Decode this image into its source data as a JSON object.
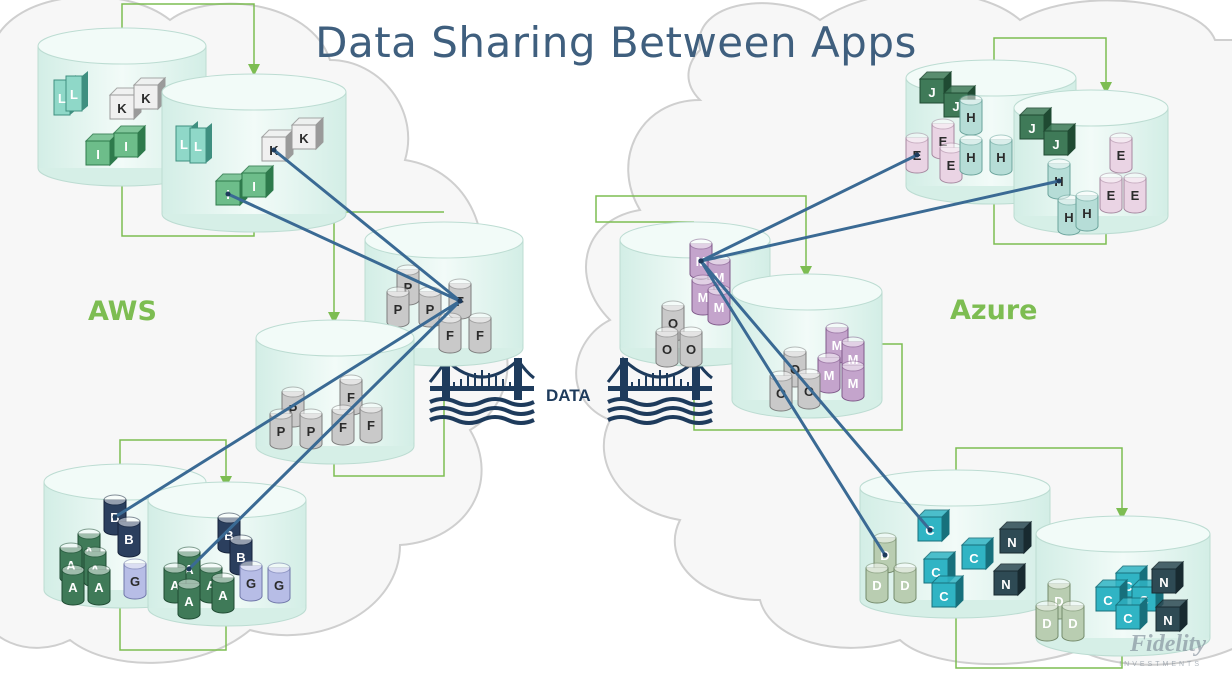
{
  "title": "Data Sharing Between Apps",
  "clouds": {
    "left": {
      "label": "AWS"
    },
    "right": {
      "label": "Azure"
    }
  },
  "bridge": {
    "label": "DATA"
  },
  "logo": {
    "text": "Fidelity",
    "subtext": "INVESTMENTS"
  },
  "colors": {
    "title": "#3f5f7e",
    "cloud_label": "#7dbd52",
    "connector": "#3a6a94",
    "loop_arrow": "#7dbd52",
    "database": "#e6f6f1",
    "bridge": "#1e3b5c"
  },
  "databases": [
    {
      "id": "aws-LKI-1",
      "items": [
        {
          "l": "L",
          "c": "teal",
          "s": "box"
        },
        {
          "l": "L",
          "c": "teal",
          "s": "box"
        },
        {
          "l": "K",
          "c": "white",
          "s": "cube"
        },
        {
          "l": "K",
          "c": "white",
          "s": "cube"
        },
        {
          "l": "I",
          "c": "green",
          "s": "cube"
        },
        {
          "l": "I",
          "c": "green",
          "s": "cube"
        }
      ]
    },
    {
      "id": "aws-LKI-2",
      "items": [
        {
          "l": "L",
          "c": "teal",
          "s": "box"
        },
        {
          "l": "L",
          "c": "teal",
          "s": "box"
        },
        {
          "l": "K",
          "c": "white",
          "s": "cube"
        },
        {
          "l": "K",
          "c": "white",
          "s": "cube"
        },
        {
          "l": "I",
          "c": "green",
          "s": "cube"
        },
        {
          "l": "I",
          "c": "green",
          "s": "cube"
        }
      ]
    },
    {
      "id": "aws-PF-1",
      "items": [
        {
          "l": "P",
          "c": "gray",
          "s": "can"
        },
        {
          "l": "P",
          "c": "gray",
          "s": "can"
        },
        {
          "l": "P",
          "c": "gray",
          "s": "can"
        },
        {
          "l": "F",
          "c": "gray",
          "s": "can"
        },
        {
          "l": "F",
          "c": "gray",
          "s": "can"
        },
        {
          "l": "F",
          "c": "gray",
          "s": "can"
        }
      ]
    },
    {
      "id": "aws-PF-2",
      "items": [
        {
          "l": "P",
          "c": "gray",
          "s": "can"
        },
        {
          "l": "P",
          "c": "gray",
          "s": "can"
        },
        {
          "l": "P",
          "c": "gray",
          "s": "can"
        },
        {
          "l": "F",
          "c": "gray",
          "s": "can"
        },
        {
          "l": "F",
          "c": "gray",
          "s": "can"
        },
        {
          "l": "F",
          "c": "gray",
          "s": "can"
        }
      ]
    },
    {
      "id": "aws-ABG-1",
      "items": [
        {
          "l": "B",
          "c": "navy",
          "s": "can"
        },
        {
          "l": "B",
          "c": "navy",
          "s": "can"
        },
        {
          "l": "A",
          "c": "darkgreen",
          "s": "can"
        },
        {
          "l": "A",
          "c": "darkgreen",
          "s": "can"
        },
        {
          "l": "A",
          "c": "darkgreen",
          "s": "can"
        },
        {
          "l": "A",
          "c": "darkgreen",
          "s": "can"
        },
        {
          "l": "A",
          "c": "darkgreen",
          "s": "can"
        },
        {
          "l": "G",
          "c": "lavender",
          "s": "can"
        }
      ]
    },
    {
      "id": "aws-ABG-2",
      "items": [
        {
          "l": "B",
          "c": "navy",
          "s": "can"
        },
        {
          "l": "B",
          "c": "navy",
          "s": "can"
        },
        {
          "l": "A",
          "c": "darkgreen",
          "s": "can"
        },
        {
          "l": "A",
          "c": "darkgreen",
          "s": "can"
        },
        {
          "l": "A",
          "c": "darkgreen",
          "s": "can"
        },
        {
          "l": "A",
          "c": "darkgreen",
          "s": "can"
        },
        {
          "l": "A",
          "c": "darkgreen",
          "s": "can"
        },
        {
          "l": "G",
          "c": "lavender",
          "s": "can"
        },
        {
          "l": "G",
          "c": "lavender",
          "s": "can"
        }
      ]
    },
    {
      "id": "azure-JEH-1",
      "items": [
        {
          "l": "J",
          "c": "darkgreen",
          "s": "cube"
        },
        {
          "l": "J",
          "c": "darkgreen",
          "s": "cube"
        },
        {
          "l": "E",
          "c": "pink",
          "s": "can"
        },
        {
          "l": "E",
          "c": "pink",
          "s": "can"
        },
        {
          "l": "E",
          "c": "pink",
          "s": "can"
        },
        {
          "l": "H",
          "c": "paleteal",
          "s": "can"
        },
        {
          "l": "H",
          "c": "paleteal",
          "s": "can"
        },
        {
          "l": "H",
          "c": "paleteal",
          "s": "can"
        }
      ]
    },
    {
      "id": "azure-JEH-2",
      "items": [
        {
          "l": "J",
          "c": "darkgreen",
          "s": "cube"
        },
        {
          "l": "J",
          "c": "darkgreen",
          "s": "cube"
        },
        {
          "l": "E",
          "c": "pink",
          "s": "can"
        },
        {
          "l": "E",
          "c": "pink",
          "s": "can"
        },
        {
          "l": "E",
          "c": "pink",
          "s": "can"
        },
        {
          "l": "H",
          "c": "paleteal",
          "s": "can"
        },
        {
          "l": "H",
          "c": "paleteal",
          "s": "can"
        },
        {
          "l": "H",
          "c": "paleteal",
          "s": "can"
        }
      ]
    },
    {
      "id": "azure-MO-1",
      "items": [
        {
          "l": "M",
          "c": "purple",
          "s": "can"
        },
        {
          "l": "M",
          "c": "purple",
          "s": "can"
        },
        {
          "l": "M",
          "c": "purple",
          "s": "can"
        },
        {
          "l": "M",
          "c": "purple",
          "s": "can"
        },
        {
          "l": "O",
          "c": "gray",
          "s": "can"
        },
        {
          "l": "O",
          "c": "gray",
          "s": "can"
        },
        {
          "l": "O",
          "c": "gray",
          "s": "can"
        }
      ]
    },
    {
      "id": "azure-MO-2",
      "items": [
        {
          "l": "M",
          "c": "purple",
          "s": "can"
        },
        {
          "l": "M",
          "c": "purple",
          "s": "can"
        },
        {
          "l": "M",
          "c": "purple",
          "s": "can"
        },
        {
          "l": "M",
          "c": "purple",
          "s": "can"
        },
        {
          "l": "O",
          "c": "gray",
          "s": "can"
        },
        {
          "l": "O",
          "c": "gray",
          "s": "can"
        },
        {
          "l": "O",
          "c": "gray",
          "s": "can"
        }
      ]
    },
    {
      "id": "azure-CDN-1",
      "items": [
        {
          "l": "C",
          "c": "cyan",
          "s": "cube"
        },
        {
          "l": "C",
          "c": "cyan",
          "s": "cube"
        },
        {
          "l": "C",
          "c": "cyan",
          "s": "cube"
        },
        {
          "l": "C",
          "c": "cyan",
          "s": "cube"
        },
        {
          "l": "N",
          "c": "slate",
          "s": "cube"
        },
        {
          "l": "N",
          "c": "slate",
          "s": "cube"
        },
        {
          "l": "D",
          "c": "sage",
          "s": "can"
        },
        {
          "l": "D",
          "c": "sage",
          "s": "can"
        },
        {
          "l": "D",
          "c": "sage",
          "s": "can"
        }
      ]
    },
    {
      "id": "azure-CDN-2",
      "items": [
        {
          "l": "C",
          "c": "cyan",
          "s": "cube"
        },
        {
          "l": "C",
          "c": "cyan",
          "s": "cube"
        },
        {
          "l": "C",
          "c": "cyan",
          "s": "cube"
        },
        {
          "l": "C",
          "c": "cyan",
          "s": "cube"
        },
        {
          "l": "N",
          "c": "slate",
          "s": "cube"
        },
        {
          "l": "N",
          "c": "slate",
          "s": "cube"
        },
        {
          "l": "D",
          "c": "sage",
          "s": "can"
        },
        {
          "l": "D",
          "c": "sage",
          "s": "can"
        },
        {
          "l": "D",
          "c": "sage",
          "s": "can"
        }
      ]
    }
  ],
  "connections": [
    {
      "from": "I",
      "to": "F"
    },
    {
      "from": "K",
      "to": "F"
    },
    {
      "from": "B",
      "to": "F"
    },
    {
      "from": "A",
      "to": "F"
    },
    {
      "from": "M",
      "to": "E"
    },
    {
      "from": "M",
      "to": "H"
    },
    {
      "from": "M",
      "to": "C"
    },
    {
      "from": "M",
      "to": "D"
    }
  ]
}
